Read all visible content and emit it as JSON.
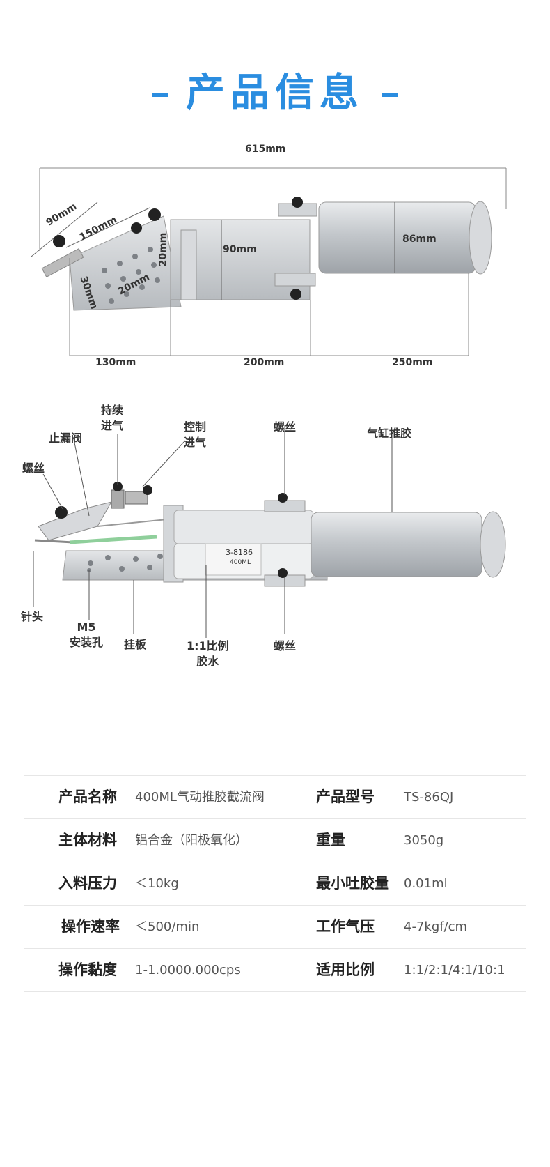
{
  "title": "产品信息",
  "dimensions": {
    "total_length": "615mm",
    "plate_width": "90mm",
    "plate_length": "150mm",
    "hole_spacing_v": "20mm",
    "hole_spacing_h": "20mm",
    "hole_edge": "30mm",
    "body_height": "90mm",
    "cylinder_dia": "86mm",
    "seg1": "130mm",
    "seg2": "200mm",
    "seg3": "250mm"
  },
  "parts": {
    "continuous_air_1": "持续",
    "continuous_air_2": "进气",
    "stop_valve": "止漏阀",
    "control_air_1": "控制",
    "control_air_2": "进气",
    "screw_top": "螺丝",
    "cylinder_push": "气缸推胶",
    "screw_left": "螺丝",
    "needle": "针头",
    "m5_1": "M5",
    "m5_2": "安装孔",
    "hanging_plate": "挂板",
    "glue_1": "1:1比例",
    "glue_2": "胶水",
    "screw_bottom": "螺丝",
    "cartridge_code": "3-8186",
    "cartridge_vol": "400ML"
  },
  "specs": [
    {
      "k1": "产品名称",
      "v1": "400ML气动推胶截流阀",
      "k2": "产品型号",
      "v2": "TS-86QJ"
    },
    {
      "k1": "主体材料",
      "v1": "铝合金（阳极氧化）",
      "k2": "重量",
      "v2": "3050g"
    },
    {
      "k1": "入料压力",
      "v1": "＜10kg",
      "k2": "最小吐胶量",
      "v2": "0.01ml"
    },
    {
      "k1": "操作速率",
      "v1": "＜500/min",
      "k2": "工作气压",
      "v2": "4-7kgf/cm"
    },
    {
      "k1": "操作黏度",
      "v1": "1-1.0000.000cps",
      "k2": "适用比例",
      "v2": "1:1/2:1/4:1/10:1"
    }
  ],
  "colors": {
    "accent": "#2a8de0",
    "metal": "#c9ccd0",
    "dark": "#222222"
  }
}
